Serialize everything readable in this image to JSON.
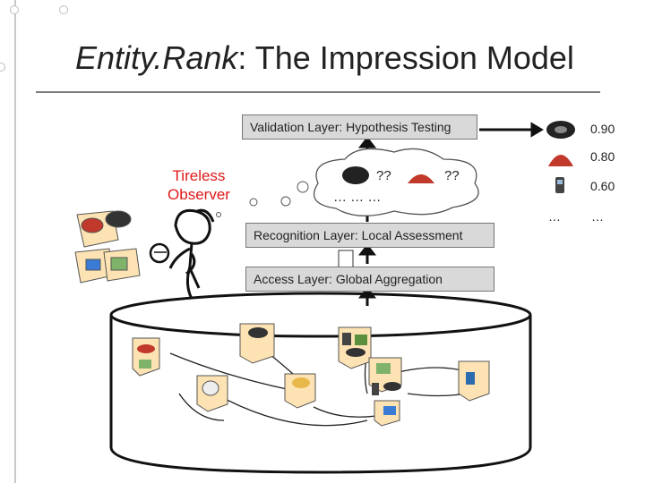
{
  "title": {
    "entity": "Entity.Rank",
    "colon": ":",
    "rest": " The Impression Model"
  },
  "layers": {
    "validation": "Validation Layer: Hypothesis Testing",
    "recognition": "Recognition Layer: Local Assessment",
    "access": "Access Layer: Global Aggregation"
  },
  "observer": {
    "line1": "Tireless",
    "line2": "Observer"
  },
  "cloud": {
    "q1": "??",
    "q2": "??",
    "dots": "… … …"
  },
  "scores": [
    "0.90",
    "0.80",
    "0.60",
    "…"
  ],
  "score_icons": [
    "rotary-phone",
    "red-phone",
    "cell-phone",
    "…"
  ],
  "colors": {
    "observer_text": "#e01818",
    "layer_fill": "#d9d9d9",
    "database_fill": "#ffffff"
  }
}
